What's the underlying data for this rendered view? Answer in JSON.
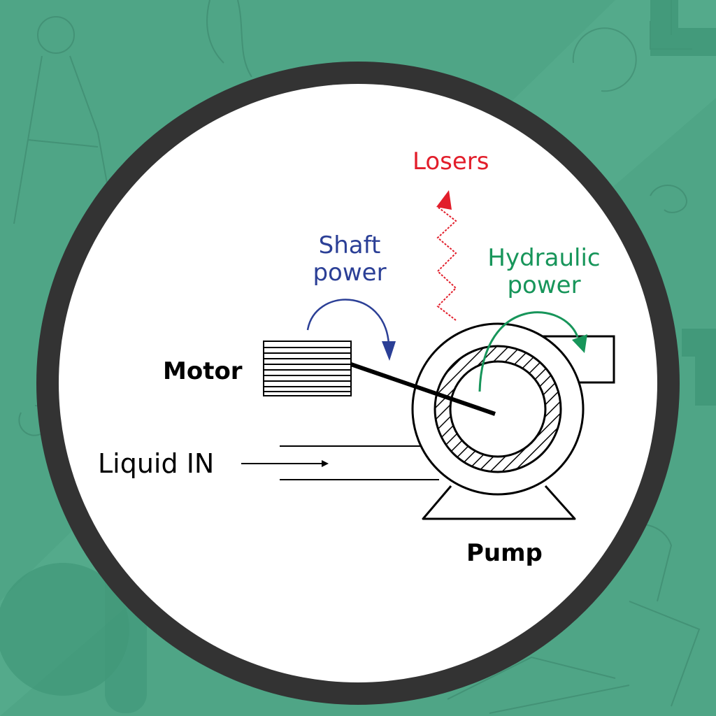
{
  "labels": {
    "motor": "Motor",
    "liquid_in": "Liquid IN",
    "pump": "Pump",
    "losers": "Losers",
    "shaft_power": "Shaft\npower",
    "hydraulic_power": "Hydraulic\npower"
  },
  "colors": {
    "background": "#4fa586",
    "background_dark": "#3f9677",
    "ring": "#333333",
    "losers": "#e21e2b",
    "shaft_power": "#2b3f96",
    "hydraulic_power": "#17955a",
    "line": "#000000"
  }
}
